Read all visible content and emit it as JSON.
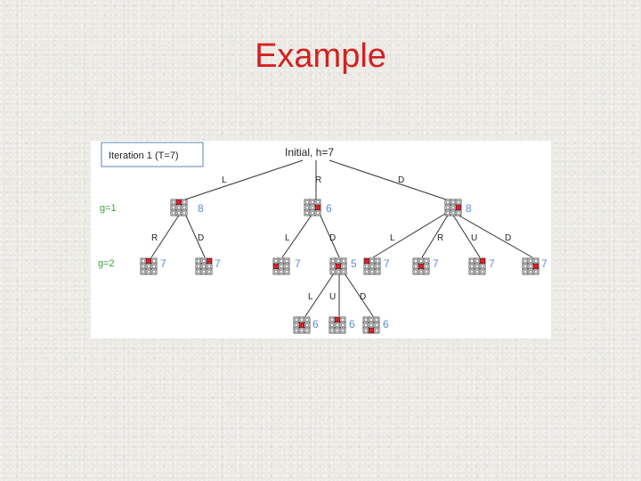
{
  "slide": {
    "title": "Example"
  },
  "diagram": {
    "iteration_label": "Iteration 1 (T=7)",
    "root_label": "Initial, h=7",
    "level_labels": [
      "g=1",
      "g=2"
    ],
    "colors": {
      "title": "#d42020",
      "cost": "#5b8fd6",
      "level": "#3aa13a",
      "cell_highlight": "#e0202a"
    },
    "nodes": [
      {
        "id": "n1",
        "cost": "8"
      },
      {
        "id": "n2",
        "cost": "6"
      },
      {
        "id": "n3",
        "cost": "8"
      },
      {
        "id": "n4",
        "cost": "7"
      },
      {
        "id": "n5",
        "cost": "7"
      },
      {
        "id": "n6",
        "cost": "7"
      },
      {
        "id": "n7",
        "cost": "5"
      },
      {
        "id": "n8",
        "cost": "7"
      },
      {
        "id": "n9",
        "cost": "7"
      },
      {
        "id": "n10",
        "cost": "7"
      },
      {
        "id": "n11",
        "cost": "7"
      },
      {
        "id": "n12",
        "cost": "6"
      },
      {
        "id": "n13",
        "cost": "6"
      },
      {
        "id": "n14",
        "cost": "6"
      }
    ],
    "edges": [
      {
        "id": "e1",
        "label": "L"
      },
      {
        "id": "e2",
        "label": "R"
      },
      {
        "id": "e3",
        "label": "D"
      },
      {
        "id": "e4",
        "label": "R"
      },
      {
        "id": "e5",
        "label": "D"
      },
      {
        "id": "e6",
        "label": "L"
      },
      {
        "id": "e7",
        "label": "D"
      },
      {
        "id": "e8",
        "label": "L"
      },
      {
        "id": "e9",
        "label": "R"
      },
      {
        "id": "e10",
        "label": "U"
      },
      {
        "id": "e11",
        "label": "D"
      },
      {
        "id": "e12",
        "label": "L"
      },
      {
        "id": "e13",
        "label": "U"
      },
      {
        "id": "e14",
        "label": "D"
      }
    ]
  }
}
